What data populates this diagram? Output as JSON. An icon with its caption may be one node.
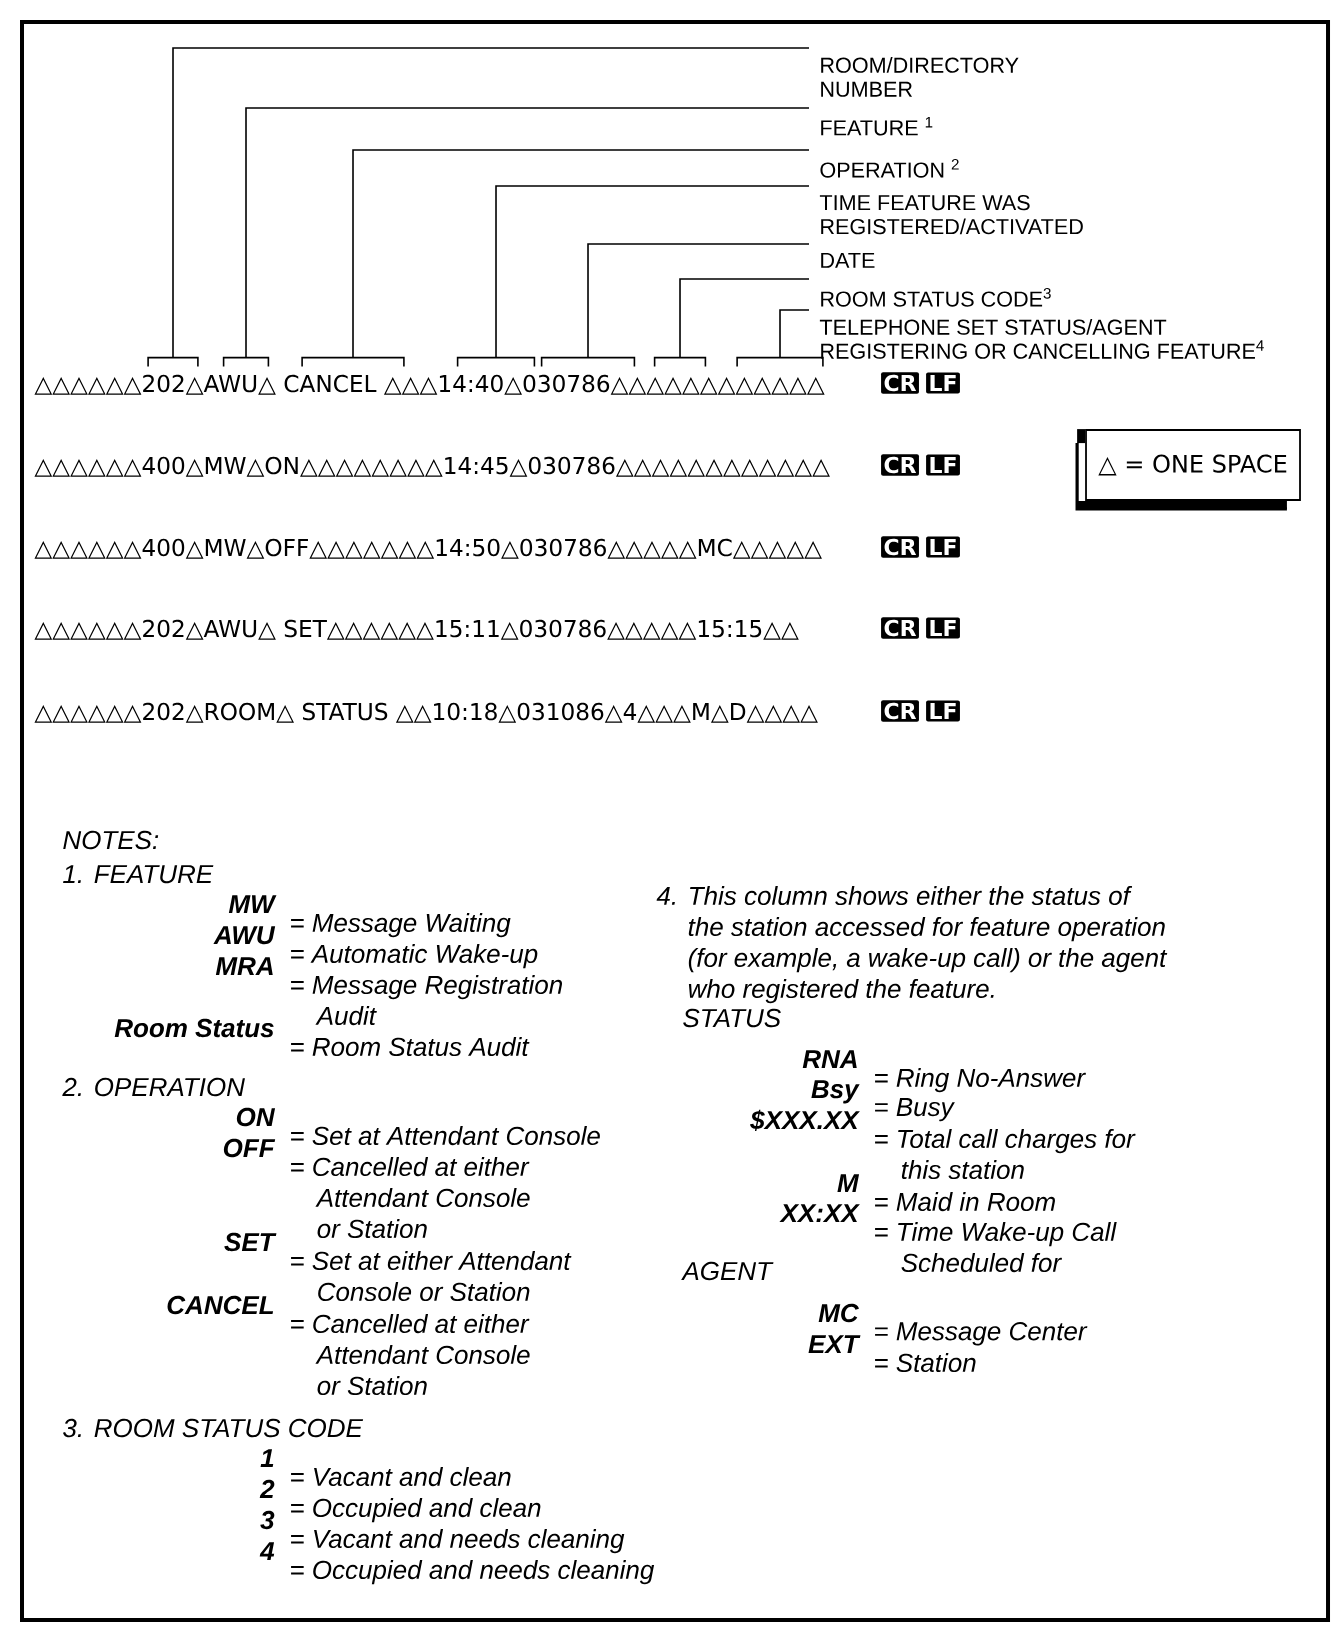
{
  "diagram": {
    "nodes": [
      {
        "text": [
          "ROOM/DIRECTORY NUMBER"
        ]
      },
      {
        "text": [
          "FEATURE $^{1}$"
        ]
      },
      {
        "text": [
          "OPERATION $^{2}$"
        ]
      },
      {
        "text": [
          "TIME FEATURE WAS REGISTERED/ACTIVATED"
        ]
      },
      {
        "text": [
          "DATE"
        ]
      },
      {
        "text": [
          "ROOM STATUS CODE$^{3}$"
        ]
      },
      {
        "text": [
          "TELEPHONE SET STATUS/AGENT REGISTERING OR CANCELLING FEATURE$^{4}$"
        ]
      },
      {
        "text": [],
        "shape": "bracket"
      },
      {
        "text": [],
        "shape": "bracket"
      },
      {
        "text": [],
        "shape": "bracket"
      },
      {
        "text": [],
        "shape": "bracket"
      },
      {
        "text": [],
        "shape": "bracket"
      },
      {
        "text": [],
        "shape": "bracket"
      },
      {
        "text": [],
        "shape": "bracket"
      },
      {
        "text": [
          "CR"
        ]
      },
      {
        "text": [
          "LF"
        ]
      },
      {
        "text": [
          "CR"
        ]
      },
      {
        "text": [
          "LF"
        ]
      },
      {
        "text": [
          "△ = ONE SPACE"
        ]
      },
      {
        "text": [
          "CR"
        ]
      },
      {
        "text": [
          "LF"
        ]
      },
      {
        "text": [
          "CR"
        ]
      },
      {
        "text": [
          "LF"
        ]
      },
      {
        "text": [
          "CR"
        ]
      },
      {
        "text": [
          "LF"
        ]
      }
    ],
    "edges": [
      {
        "from": 0,
        "to": 7,
        "arrow": "none"
      },
      {
        "from": 1,
        "to": 8,
        "arrow": "none"
      },
      {
        "from": 2,
        "to": 9,
        "arrow": "none"
      },
      {
        "from": 3,
        "to": 10,
        "arrow": "none"
      },
      {
        "from": 4,
        "to": 11,
        "arrow": "none"
      },
      {
        "from": 5,
        "to": 12,
        "arrow": "none"
      },
      {
        "from": 6,
        "to": 13,
        "arrow": "none"
      }
    ],
    "labels": [
      "△△△△△△202△AWU△ CANCEL △△△14:40△030786△△△△△△△△△△△△",
      "△△△△△△400△MW△ON△△△△△△△△14:45△030786△△△△△△△△△△△△",
      "△△△△△△400△MW△OFF△△△△△△△14:50△030786△△△△△MC△△△△△",
      "△△△△△△202△AWU△ SET△△△△△△15:11△030786△△△△△15:15△△",
      "△△△△△△202△ROOM△ STATUS △△10:18△031086△4△△△M△D△△△△",
      "NOTES:",
      "1. FEATURE",
      "MW",
      "= Message Waiting",
      "AWU",
      "= Automatic Wake-up",
      "MRA",
      "= Message Registration Audit",
      "Room Status",
      "= Room Status Audit",
      "2. OPERATION",
      "ON",
      "= Set at Attendant Console",
      "OFF",
      "= Cancelled at either Attendant Console or Station",
      "SET",
      "= Set at either Attendant Console or Station",
      "CANCEL",
      "= Cancelled at either Attendant Console or Station",
      "3. ROOM STATUS CODE",
      "1",
      "= Vacant and clean",
      "2",
      "= Occupied and clean",
      "3",
      "= Vacant and needs cleaning",
      "4",
      "= Occupied and needs cleaning",
      "4. This column shows either the status of the station accessed for feature operation (for example, a wake-up call) or the agent who registered the feature.",
      "STATUS",
      "RNA",
      "= Ring No-Answer",
      "Bsy",
      "= Busy",
      "$XXX.XX",
      "= Total call charges for this station",
      "M",
      "= Maid in Room",
      "XX:XX",
      "= Time Wake-up Call Scheduled for",
      "AGENT",
      "MC",
      "= Message Center",
      "EXT",
      "= Station"
    ]
  }
}
